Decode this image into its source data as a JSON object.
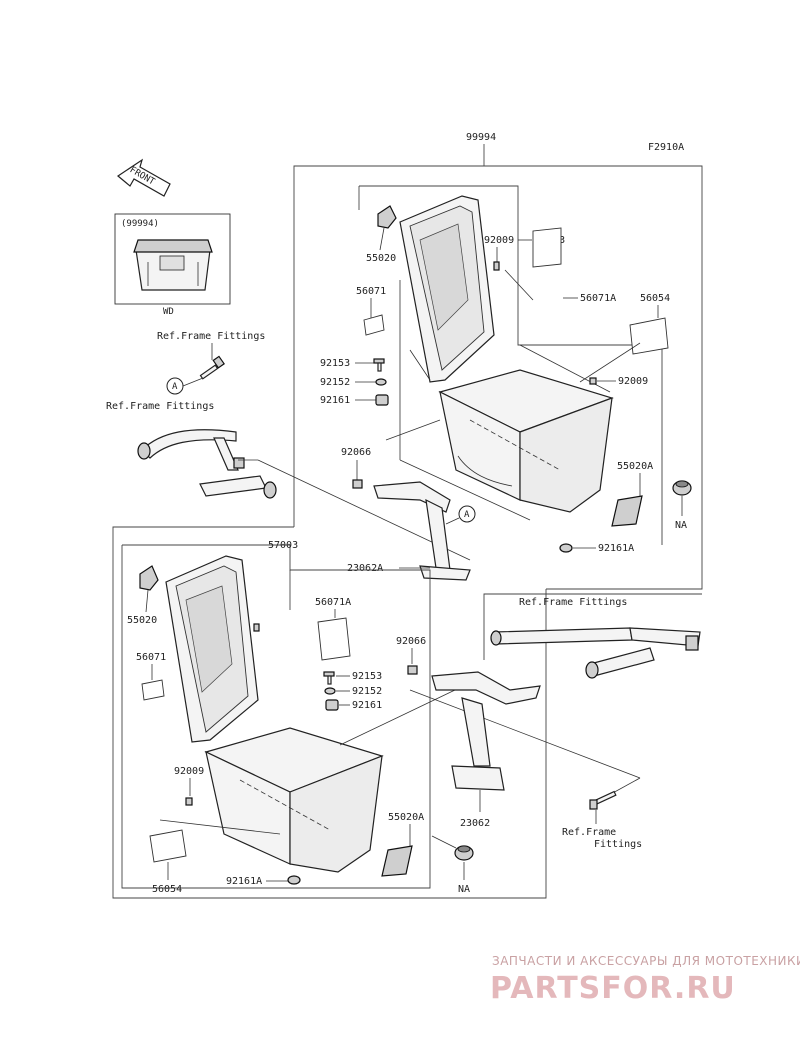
{
  "diagram": {
    "figure_code": "F2910A",
    "assembly_number": "99994",
    "inset": {
      "label": "(99994)",
      "caption": "WD"
    },
    "front_arrow": "FRONT",
    "circle_ref": "A",
    "upper_labels": {
      "p55020": "55020",
      "p92009": "92009",
      "p57003": "57003",
      "p56071": "56071",
      "p56071a": "56071A",
      "p56054": "56054",
      "p92153": "92153",
      "p92152": "92152",
      "p92009b": "92009",
      "p92161": "92161",
      "p92066": "92066",
      "p55020a": "55020A",
      "na": "NA",
      "p92161a": "92161A",
      "p23062a": "23062A"
    },
    "lower_labels": {
      "p57003": "57003",
      "p55020": "55020",
      "p56071a": "56071A",
      "p92066": "92066",
      "p56071": "56071",
      "p92153": "92153",
      "p92152": "92152",
      "p92161": "92161",
      "p92009": "92009",
      "p55020a": "55020A",
      "p23062": "23062",
      "p56054": "56054",
      "p92161a": "92161A",
      "na": "NA"
    },
    "ref_frame_1": "Ref.Frame Fittings",
    "ref_frame_2": "Ref.Frame Fittings",
    "ref_frame_3": "Ref.Frame Fittings",
    "ref_frame_4_line1": "Ref.Frame",
    "ref_frame_4_line2": "Fittings"
  },
  "watermark": {
    "tagline": "ЗАПЧАСТИ И АКСЕССУАРЫ ДЛЯ МОТОТЕХНИКИ",
    "brand": "PARTSFOR.RU"
  }
}
